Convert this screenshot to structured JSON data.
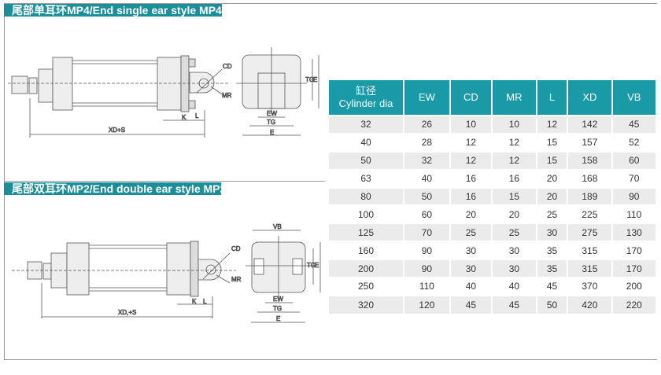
{
  "sections": [
    {
      "title": "尾部单耳环MP4/End single ear style MP4",
      "labels": {
        "cd": "CD",
        "mr": "MR",
        "k": "K",
        "l": "L",
        "xd": "XD+S",
        "tg": "TG",
        "e": "E",
        "ew": "EW"
      }
    },
    {
      "title": "尾部双耳环MP2/End double ear style MP2",
      "labels": {
        "cd": "CD",
        "mr": "MR",
        "k": "K",
        "l": "L",
        "xd": "XD,+S",
        "tg": "TG",
        "e": "E",
        "ew": "EW",
        "vb": "VB"
      }
    }
  ],
  "table": {
    "headers": [
      "缸径",
      "Cylinder dia",
      "EW",
      "CD",
      "MR",
      "L",
      "XD",
      "VB"
    ],
    "rows": [
      [
        "32",
        "26",
        "10",
        "10",
        "12",
        "142",
        "45"
      ],
      [
        "40",
        "28",
        "12",
        "12",
        "15",
        "157",
        "52"
      ],
      [
        "50",
        "32",
        "12",
        "12",
        "15",
        "158",
        "60"
      ],
      [
        "63",
        "40",
        "16",
        "16",
        "20",
        "168",
        "70"
      ],
      [
        "80",
        "50",
        "16",
        "15",
        "20",
        "189",
        "90"
      ],
      [
        "100",
        "60",
        "20",
        "20",
        "25",
        "225",
        "110"
      ],
      [
        "125",
        "70",
        "25",
        "25",
        "30",
        "275",
        "130"
      ],
      [
        "160",
        "90",
        "30",
        "30",
        "35",
        "315",
        "170"
      ],
      [
        "200",
        "90",
        "30",
        "30",
        "35",
        "315",
        "170"
      ],
      [
        "250",
        "110",
        "40",
        "40",
        "45",
        "370",
        "200"
      ],
      [
        "320",
        "120",
        "45",
        "45",
        "50",
        "420",
        "220"
      ]
    ]
  }
}
